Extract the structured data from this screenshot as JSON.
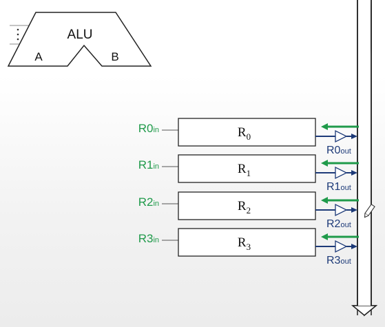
{
  "alu": {
    "title": "ALU",
    "input_a": "A",
    "input_b": "B"
  },
  "registers": [
    {
      "base": "R",
      "index": "0",
      "in_base": "R0",
      "in_sub": "in",
      "out_base": "R0",
      "out_sub": "out"
    },
    {
      "base": "R",
      "index": "1",
      "in_base": "R1",
      "in_sub": "in",
      "out_base": "R1",
      "out_sub": "out"
    },
    {
      "base": "R",
      "index": "2",
      "in_base": "R2",
      "in_sub": "in",
      "out_base": "R2",
      "out_sub": "out"
    },
    {
      "base": "R",
      "index": "3",
      "in_base": "R3",
      "in_sub": "in",
      "out_base": "R3",
      "out_sub": "out"
    }
  ],
  "colors": {
    "control_signal": "#1f9a4a",
    "output_signal": "#1d3a78",
    "bus_input_arrow": "#1f9a4a",
    "outline": "#222222"
  },
  "icons": [
    "vertical-dots-icon",
    "pencil-icon",
    "tri-state-buffer-icon",
    "down-arrow-icon"
  ]
}
